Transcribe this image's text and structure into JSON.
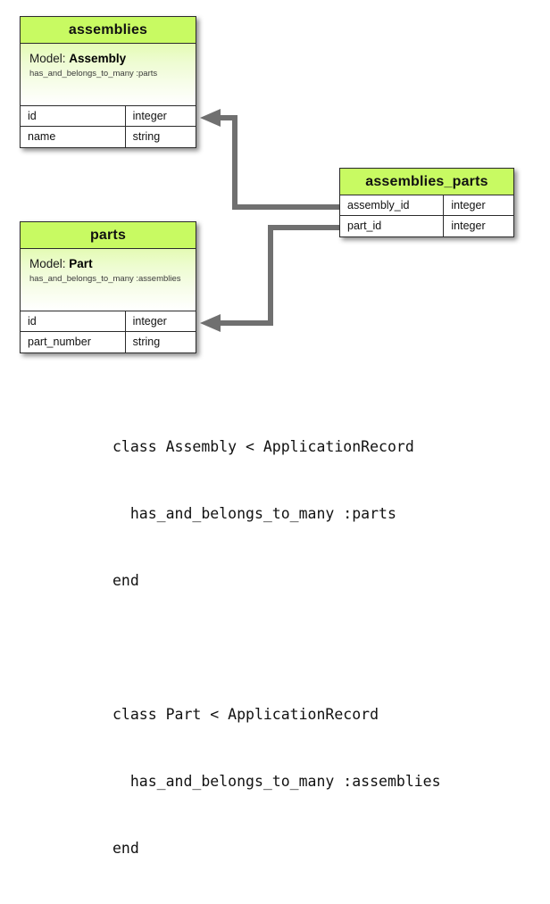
{
  "diagram": {
    "type": "entity-relationship-diagram",
    "palette": {
      "header_green": "#c8fa62",
      "body_gradient_top": "#e4fbb4",
      "body_gradient_bottom": "#ffffff",
      "border": "#2b2b2b",
      "connector_gray": "#707070",
      "background": "#ffffff",
      "text": "#111111"
    },
    "entities": [
      {
        "id": "assemblies",
        "title": "assemblies",
        "model_label": "Model:",
        "model_name": "Assembly",
        "association": "has_and_belongs_to_many :parts",
        "attributes": [
          {
            "name": "id",
            "type": "integer"
          },
          {
            "name": "name",
            "type": "string"
          }
        ]
      },
      {
        "id": "parts",
        "title": "parts",
        "model_label": "Model:",
        "model_name": "Part",
        "association": "has_and_belongs_to_many :assemblies",
        "attributes": [
          {
            "name": "id",
            "type": "integer"
          },
          {
            "name": "part_number",
            "type": "string"
          }
        ]
      },
      {
        "id": "assemblies_parts",
        "title": "assemblies_parts",
        "attributes": [
          {
            "name": "assembly_id",
            "type": "integer"
          },
          {
            "name": "part_id",
            "type": "integer"
          }
        ]
      }
    ],
    "relationships": [
      {
        "from": "assemblies_parts.assembly_id",
        "to": "assemblies.id",
        "arrow": "left"
      },
      {
        "from": "assemblies_parts.part_id",
        "to": "parts.id",
        "arrow": "left"
      }
    ]
  },
  "code": {
    "language": "ruby",
    "lines": [
      "class Assembly < ApplicationRecord",
      "  has_and_belongs_to_many :parts",
      "end",
      "",
      "class Part < ApplicationRecord",
      "  has_and_belongs_to_many :assemblies",
      "end"
    ],
    "line_0": "class Assembly < ApplicationRecord",
    "line_1": "  has_and_belongs_to_many :parts",
    "line_2": "end",
    "line_4": "class Part < ApplicationRecord",
    "line_5": "  has_and_belongs_to_many :assemblies",
    "line_6": "end"
  }
}
